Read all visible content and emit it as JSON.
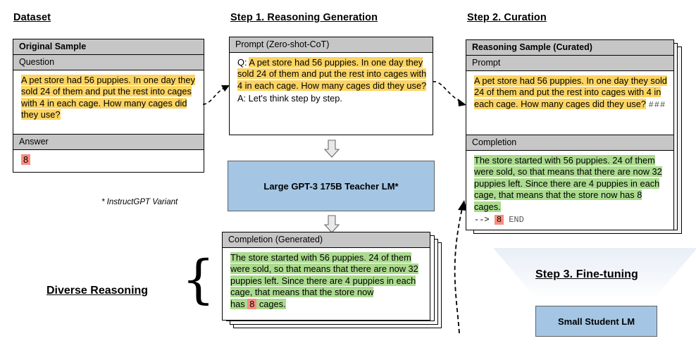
{
  "sections": {
    "dataset": {
      "title": "Dataset"
    },
    "step1": {
      "title": "Step 1. Reasoning Generation"
    },
    "step2": {
      "title": "Step 2. Curation"
    },
    "step3": {
      "title": "Step 3. Fine-tuning"
    }
  },
  "original_sample": {
    "card_title": "Original Sample",
    "question_label": "Question",
    "question_text": "A pet store had 56 puppies. In one day they sold 24 of them and put the rest into cages with 4 in each cage. How many cages did they use?",
    "answer_label": "Answer",
    "answer_value": "8"
  },
  "prompt_card": {
    "header": "Prompt (Zero-shot-CoT)",
    "q_prefix": "Q:",
    "q_text": "A pet store had 56 puppies. In one day they sold 24 of them and put the rest into cages with 4 in each cage. How many cages did they use?",
    "a_line": "A: Let's think step by step."
  },
  "teacher_lm": {
    "label": "Large GPT-3 175B Teacher LM*"
  },
  "footnote": {
    "text": "* InstructGPT Variant"
  },
  "completion_generated": {
    "header": "Completion (Generated)",
    "text_before": "The store started with 56 puppies. 24 of them were sold, so that means that there are now 32 puppies left.  Since there are 4 puppies in each cage, that means that the store now has",
    "answer_value": "8",
    "text_after": "cages."
  },
  "diverse_reasoning": {
    "label": "Diverse Reasoning"
  },
  "curated_sample": {
    "card_title": "Reasoning Sample (Curated)",
    "prompt_label": "Prompt",
    "prompt_text": "A pet store had 56 puppies. In one day they sold 24 of them and put the rest into cages with 4 in each cage. How many cages did they use?",
    "prompt_suffix": "###",
    "completion_label": "Completion",
    "completion_text": "The store started with 56 puppies. 24 of them were sold, so that means that there are now 32 puppies left.  Since there are 4 puppies in each cage, that means that the store now has 8 cages.",
    "answer_arrow": "-->",
    "answer_value": "8",
    "end_token": "END"
  },
  "student_lm": {
    "label": "Small Student LM"
  },
  "colors": {
    "highlight_yellow": "#fbd462",
    "highlight_green": "#abdb8e",
    "highlight_red": "#fa8d80",
    "box_blue": "#a4c6e4",
    "header_gray": "#c6c6c6"
  }
}
